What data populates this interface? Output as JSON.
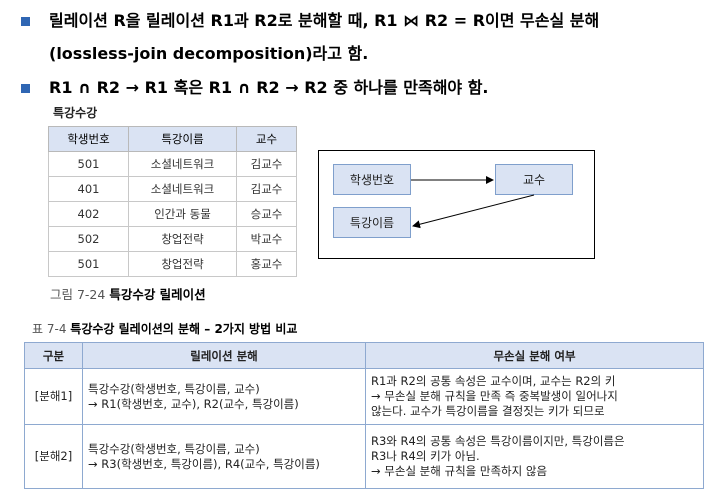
{
  "bullets": [
    {
      "line1": "릴레이션 R을 릴레이션 R1과 R2로 분해할 때, R1 ⋈ R2 = R이면 무손실 분해",
      "line2": "(lossless-join decomposition)라고 함."
    },
    {
      "line1": "R1 ∩ R2 → R1 혹은 R1 ∩ R2 → R2 중 하나를 만족해야 함."
    }
  ],
  "relation": {
    "name": "특강수강",
    "columns": [
      "학생번호",
      "특강이름",
      "교수"
    ],
    "rows": [
      [
        "501",
        "소셜네트워크",
        "김교수"
      ],
      [
        "401",
        "소셜네트워크",
        "김교수"
      ],
      [
        "402",
        "인간과 동물",
        "승교수"
      ],
      [
        "502",
        "창업전략",
        "박교수"
      ],
      [
        "501",
        "창업전략",
        "홍교수"
      ]
    ]
  },
  "figure_caption": {
    "prefix": "그림 7-24",
    "text": "특강수강 릴레이션"
  },
  "diagram": {
    "nodes": {
      "student": "학생번호",
      "lecture": "특강이름",
      "professor": "교수"
    },
    "colors": {
      "box_fill": "#dae3f3",
      "box_border": "#7f9fcc"
    }
  },
  "table_caption": {
    "prefix": "표 7-4",
    "text": "특강수강 릴레이션의 분해 – 2가지 방법 비교"
  },
  "comparison": {
    "headers": [
      "구분",
      "릴레이션 분해",
      "무손실 분해 여부"
    ],
    "rows": [
      {
        "label": "[분해1]",
        "decomp": [
          "특강수강(학생번호, 특강이름, 교수)",
          "→ R1(학생번호, 교수), R2(교수, 특강이름)"
        ],
        "lossless": [
          "R1과 R2의 공통 속성은 교수이며, 교수는 R2의 키",
          "→ 무손실 분해 규칙을 만족 즉 중복발생이 일어나지",
          "않는다. 교수가 특강이름을 결정짓는 키가 되므로"
        ]
      },
      {
        "label": "[분해2]",
        "decomp": [
          "특강수강(학생번호, 특강이름, 교수)",
          "→ R3(학생번호, 특강이름), R4(교수, 특강이름)"
        ],
        "lossless": [
          "R3와 R4의 공통 속성은 특강이름이지만, 특강이름은",
          "R3나 R4의 키가 아님.",
          "→ 무손실 분해 규칙을 만족하지 않음"
        ]
      }
    ]
  },
  "colors": {
    "bullet": "#2f66b3",
    "header_fill": "#dae3f3"
  }
}
